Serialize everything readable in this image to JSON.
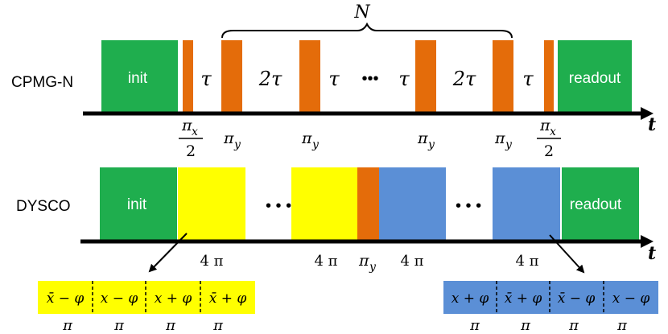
{
  "colors": {
    "init_green": "#1fae4e",
    "pulse_orange": "#e46c0a",
    "yellow": "#ffff00",
    "blue": "#5b8fd6",
    "axis": "#000000"
  },
  "cpmg": {
    "row_label": "CPMG-N",
    "init_label": "init",
    "readout_label": "readout",
    "repeat_label": "N",
    "axis_label": "t",
    "delays": [
      "τ",
      "2τ",
      "τ",
      "•••",
      "τ",
      "2τ",
      "τ"
    ],
    "pulse_labels": {
      "pi_x_num": "π",
      "pi_x_sub": "x",
      "pi_x_den": "2",
      "pi_y": "π",
      "pi_y_sub": "y"
    }
  },
  "dysco": {
    "row_label": "DYSCO",
    "init_label": "init",
    "readout_label": "readout",
    "axis_label": "t",
    "ellipsis": "• • •",
    "block_labels": [
      "4 π",
      "4 π",
      "4 π",
      "4 π"
    ],
    "pulse_label": "π",
    "pulse_sub": "y"
  },
  "yellow_expansion": {
    "cells": [
      "x̄ − φ",
      "x − φ",
      "x + φ",
      "x̄ + φ"
    ],
    "under": [
      "π",
      "π",
      "π",
      "π"
    ]
  },
  "blue_expansion": {
    "cells": [
      "x + φ",
      "x̄ + φ",
      "x̄ − φ",
      "x − φ"
    ],
    "under": [
      "π",
      "π",
      "π",
      "π"
    ]
  }
}
